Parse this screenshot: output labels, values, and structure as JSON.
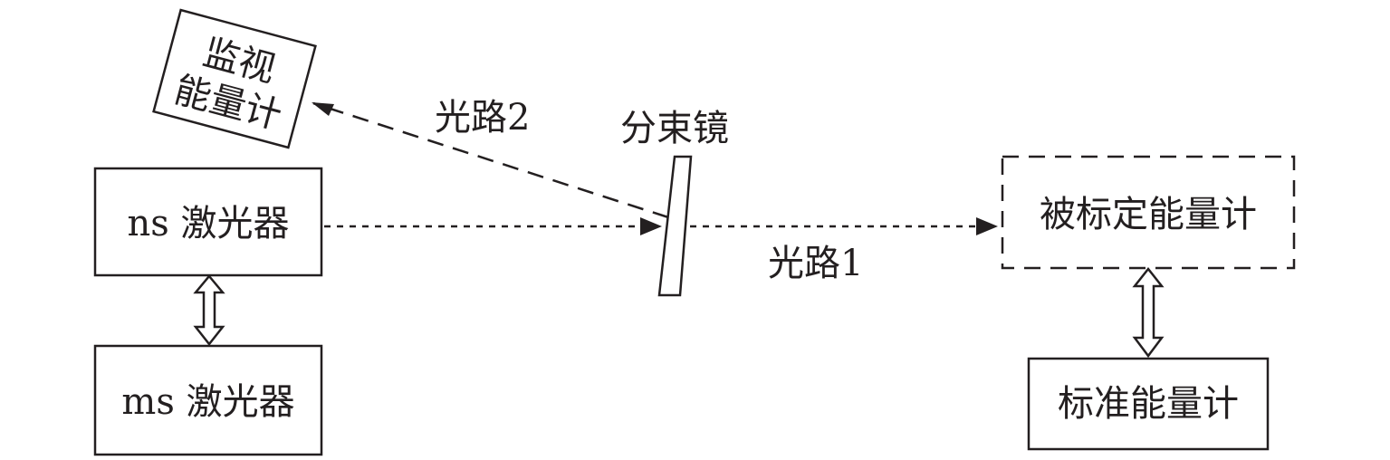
{
  "labels": {
    "monitor_line1": "监视",
    "monitor_line2": "能量计",
    "path2": "光路2",
    "splitter": "分束镜",
    "ns_laser": "ns 激光器",
    "ms_laser": "ms 激光器",
    "calibrated_meter": "被标定能量计",
    "path1": "光路1",
    "standard_meter": "标准能量计"
  },
  "colors": {
    "line": "#231f20",
    "background": "#ffffff"
  }
}
